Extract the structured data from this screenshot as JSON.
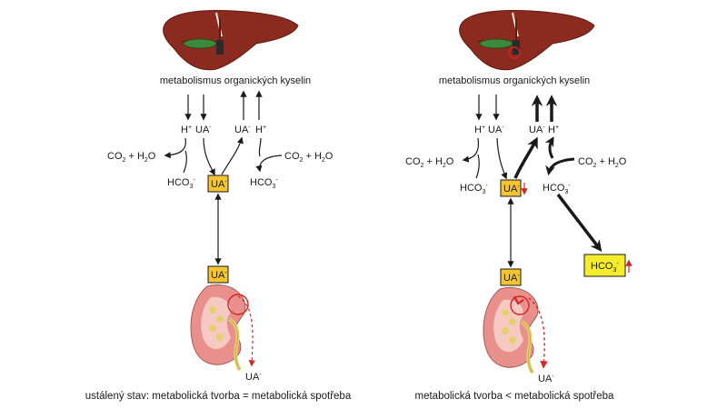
{
  "colors": {
    "liver": "#8b2a1e",
    "liver_dark": "#5f1a12",
    "gallbladder": "#3c8a3c",
    "kidney": "#e9908c",
    "kidney_inner": "#f7c9c3",
    "yellow_box": "#f4c531",
    "hco3_box": "#f5ec2c",
    "red_arrow": "#d42424",
    "ink": "#1a1a1a"
  },
  "left": {
    "title": "metabolismus organických kyselin",
    "h_left": "H",
    "h_left_sup": "+",
    "ua_left": "UA",
    "ua_left_sup": "-",
    "ua_right": "UA",
    "ua_right_sup": "-",
    "h_right": "H",
    "h_right_sup": "+",
    "co2_left": "CO",
    "co2_left_sub": "2",
    "co2_left_rest": " + H",
    "co2_left_sub2": "2",
    "co2_left_end": "O",
    "co2_right": "CO",
    "co2_right_sub": "2",
    "co2_right_rest": " + H",
    "co2_right_sub2": "2",
    "co2_right_end": "O",
    "hco3_left": "HCO",
    "hco3_left_sub": "3",
    "hco3_left_sup": "-",
    "hco3_right": "HCO",
    "hco3_right_sub": "3",
    "hco3_right_sup": "-",
    "box_top": "UA",
    "box_top_sup": "-",
    "box_bottom": "UA",
    "box_bottom_sup": "-",
    "urine": "UA",
    "urine_sup": "-",
    "caption": "ustálený stav: metabolická tvorba = metabolická spotřeba"
  },
  "right": {
    "title": "metabolismus organických kyselin",
    "h_left": "H",
    "h_left_sup": "+",
    "ua_left": "UA",
    "ua_left_sup": "-",
    "ua_right": "UA",
    "ua_right_sup": "-",
    "h_right": "H",
    "h_right_sup": "+",
    "co2_left": "CO",
    "co2_left_sub": "2",
    "co2_left_rest": " + H",
    "co2_left_sub2": "2",
    "co2_left_end": "O",
    "co2_right": "CO",
    "co2_right_sub": "2",
    "co2_right_rest": " + H",
    "co2_right_sub2": "2",
    "co2_right_end": "O",
    "hco3_left": "HCO",
    "hco3_left_sub": "3",
    "hco3_left_sup": "-",
    "hco3_right": "HCO",
    "hco3_right_sub": "3",
    "hco3_right_sup": "-",
    "box_top": "UA",
    "box_top_sup": "-",
    "box_bottom": "UA",
    "box_bottom_sup": "-",
    "hco3_box": "HCO",
    "hco3_box_sub": "3",
    "hco3_box_sup": "-",
    "urine": "UA",
    "urine_sup": "-",
    "caption": "metabolická tvorba < metabolická spotřeba"
  }
}
